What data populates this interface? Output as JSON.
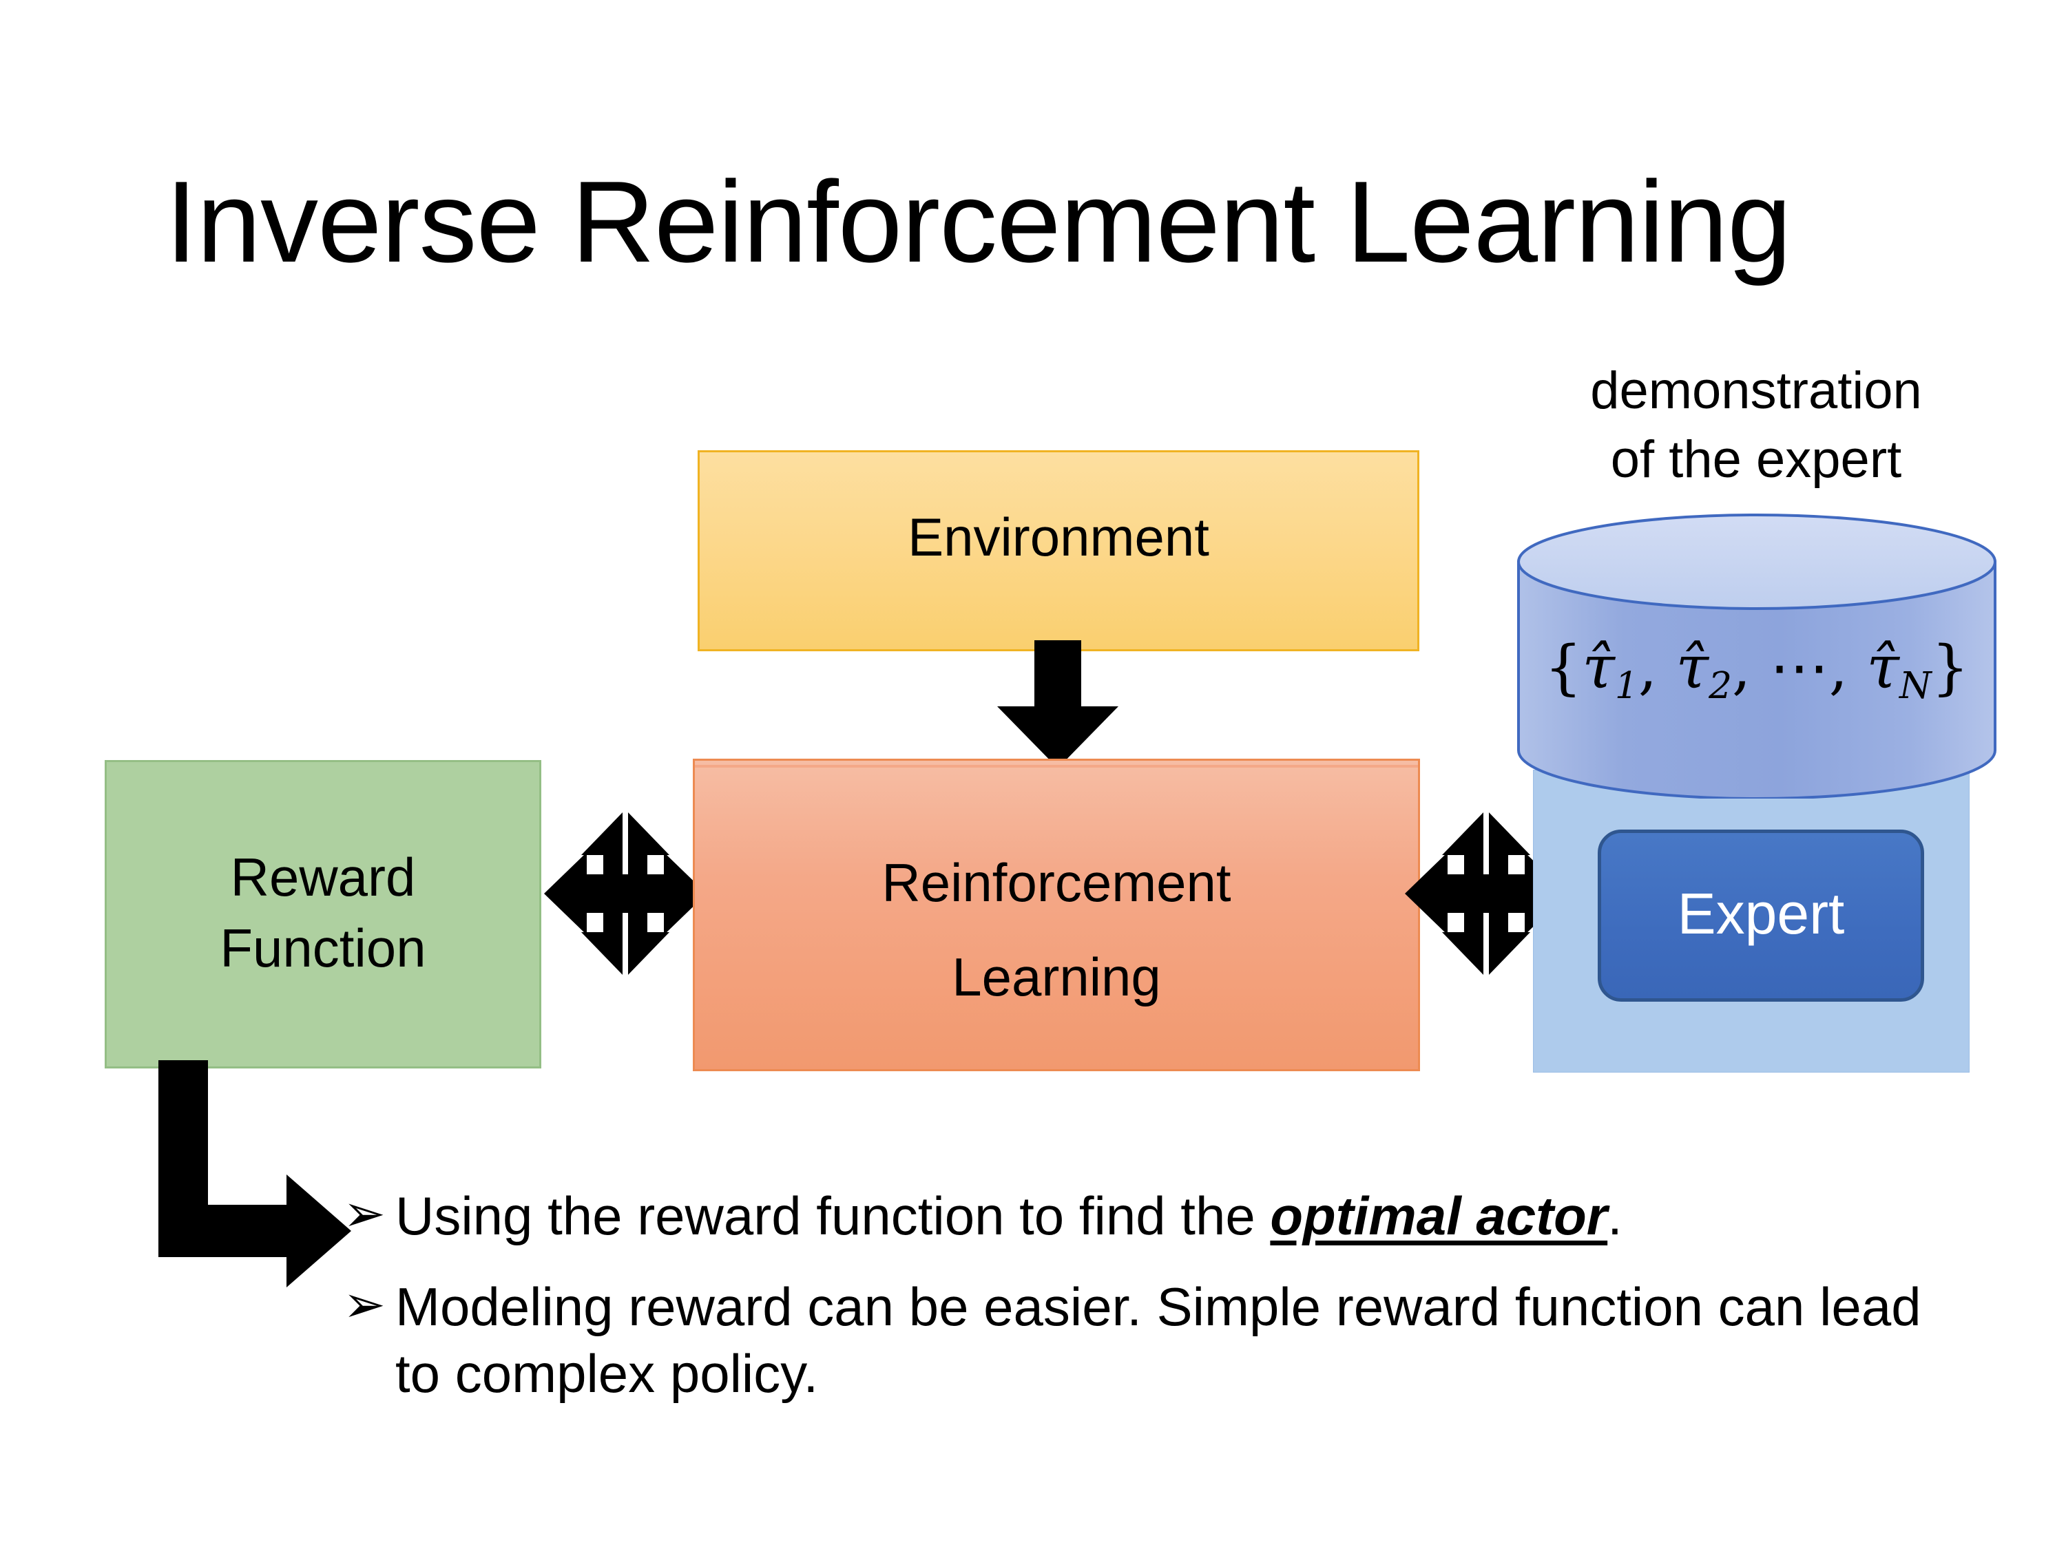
{
  "slide": {
    "title": "Inverse Reinforcement Learning",
    "background_color": "#FFFFFF"
  },
  "diagram": {
    "environment": {
      "label": "Environment",
      "fill_color": "#FCD88C",
      "border_color": "#F0B323"
    },
    "reinforcement_learning": {
      "label_line1": "Reinforcement",
      "label_line2": "Learning",
      "fill_color": "#F4A888",
      "border_color": "#ED8B52"
    },
    "reward_function": {
      "label_line1": "Reward",
      "label_line2": "Function",
      "fill_color": "#AED0A0",
      "border_color": "#94BE85"
    },
    "expert": {
      "label": "Expert",
      "fill_color": "#3E6CBE",
      "border_color": "#2F568F",
      "text_color": "#FFFFFF",
      "backplate_color": "#AECBEC"
    },
    "demonstration": {
      "caption_line1": "demonstration",
      "caption_line2": "of the expert",
      "formula_open": "{",
      "formula_tau": "τ̂",
      "formula_sub_1": "1",
      "formula_sub_2": "2",
      "formula_sub_n": "N",
      "formula_comma": ", ",
      "formula_ellipsis": "⋯",
      "formula_close": "}",
      "formula_plain": "{τ̂1, τ̂2, ⋯, τ̂N}",
      "cylinder_top_color": "#CBD8F0",
      "cylinder_body_color": "#8EA6DC",
      "cylinder_border_color": "#4069C0"
    },
    "arrows": {
      "environment_to_rl": "down-arrow",
      "reward_to_rl": "four-way-arrow",
      "rl_to_expert": "four-way-arrow",
      "reward_to_bullet": "elbow-arrow",
      "color": "#000000"
    }
  },
  "bullets": [
    {
      "marker": "➢",
      "text_before": "Using the reward function to find the ",
      "emphasis": "optimal actor",
      "text_after": "."
    },
    {
      "marker": "➢",
      "text_before": "Modeling reward can be easier. Simple reward function can lead to complex policy.",
      "emphasis": "",
      "text_after": ""
    }
  ]
}
